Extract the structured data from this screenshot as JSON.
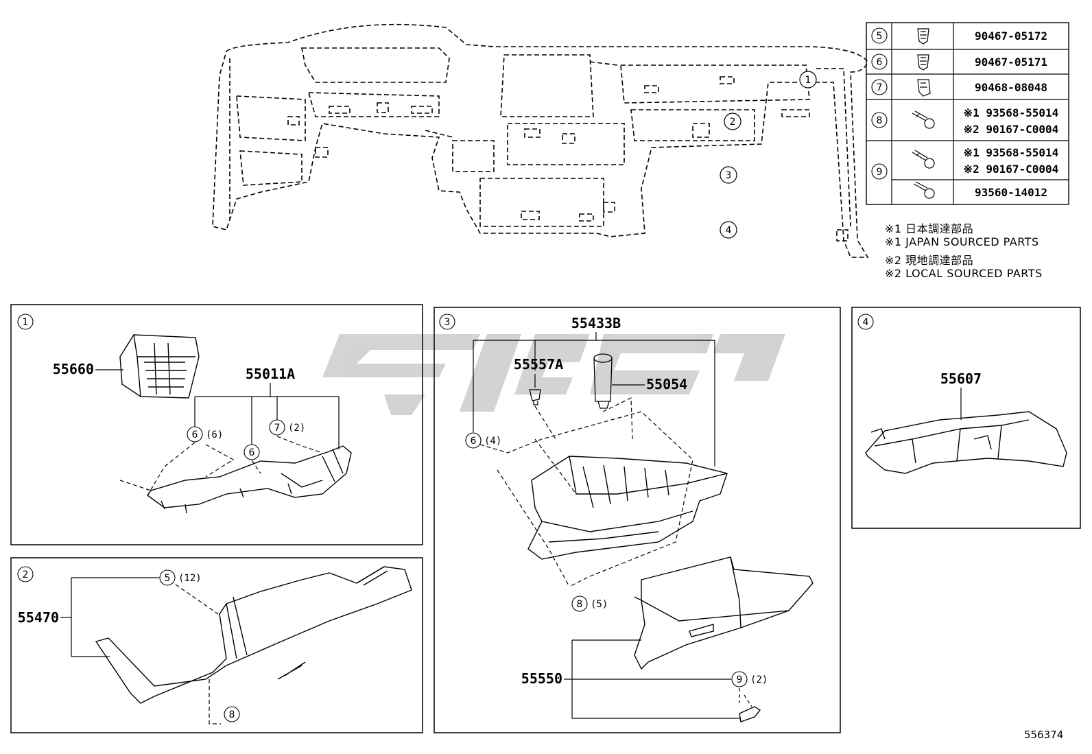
{
  "fasteners_table": {
    "rows": [
      {
        "ref": "5",
        "icon": "clip-icon",
        "parts": [
          "90467-05172"
        ]
      },
      {
        "ref": "6",
        "icon": "clip-icon",
        "parts": [
          "90467-05171"
        ]
      },
      {
        "ref": "7",
        "icon": "clip-icon",
        "parts": [
          "90468-08048"
        ]
      },
      {
        "ref": "8",
        "icon": "screw-icon",
        "parts": [
          "※1 93568-55014",
          "※2 90167-C0004"
        ]
      },
      {
        "ref": "9",
        "icon": "screw-icon",
        "parts": [
          "※1 93568-55014",
          "※2 90167-C0004"
        ]
      },
      {
        "ref": "",
        "icon": "screw-icon",
        "parts": [
          "93560-14012"
        ]
      }
    ]
  },
  "notes": [
    "※1 日本調達部品",
    "※1 JAPAN SOURCED PARTS",
    "※2 現地調達部品",
    "※2 LOCAL SOURCED PARTS"
  ],
  "overview_callouts": [
    "1",
    "2",
    "3",
    "4"
  ],
  "panels": [
    {
      "id": "1",
      "parts": [
        "55660",
        "55011A"
      ],
      "fasteners": [
        {
          "ref": "6",
          "qty": "(6)"
        },
        {
          "ref": "6",
          "qty": ""
        },
        {
          "ref": "7",
          "qty": "(2)"
        }
      ]
    },
    {
      "id": "2",
      "parts": [
        "55470"
      ],
      "fasteners": [
        {
          "ref": "5",
          "qty": "(12)"
        },
        {
          "ref": "8",
          "qty": ""
        }
      ]
    },
    {
      "id": "3",
      "parts": [
        "55433B",
        "55557A",
        "55054",
        "55550"
      ],
      "fasteners": [
        {
          "ref": "6",
          "qty": "(4)"
        },
        {
          "ref": "8",
          "qty": "(5)"
        },
        {
          "ref": "9",
          "qty": "(2)"
        }
      ]
    },
    {
      "id": "4",
      "parts": [
        "55607"
      ],
      "fasteners": []
    }
  ],
  "diagram_code": "556374",
  "colors": {
    "line": "#000000",
    "watermark": "#cfcfcf"
  }
}
